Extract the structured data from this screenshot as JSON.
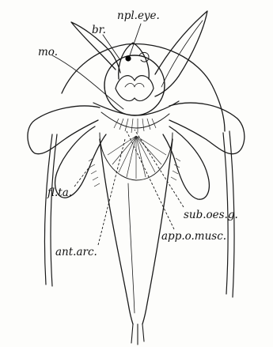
{
  "labels": {
    "npl_eye": "npl.eye.",
    "br": "br.",
    "mo": "mo.",
    "fl_ta": "fl.ta.",
    "ant_arc": "ant.arc.",
    "sub_oes_g": "sub.oes.g.",
    "app_o_musc": "app.o.musc."
  },
  "colors": {
    "ink": "#1a1a1a",
    "paper": "#fdfdfb"
  }
}
